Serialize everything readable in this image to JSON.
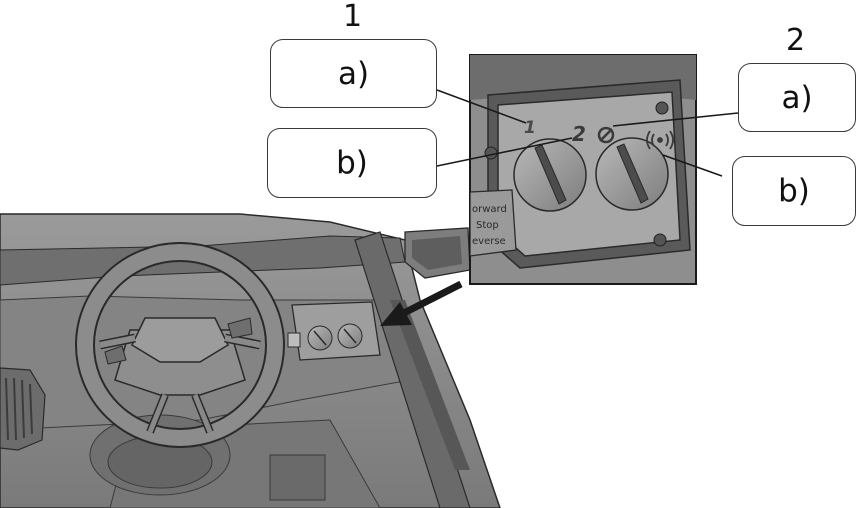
{
  "figure": {
    "group_1": {
      "number": "1",
      "callouts": [
        {
          "label": "a)"
        },
        {
          "label": "b)"
        }
      ],
      "speed_digits": [
        "1",
        "2"
      ]
    },
    "group_2": {
      "number": "2",
      "callouts": [
        {
          "label": "a)"
        },
        {
          "label": "b)"
        }
      ]
    },
    "shifter_labels": [
      "orward",
      "Stop",
      "everse"
    ],
    "colors": {
      "background": "#ffffff",
      "body_plastic": "#8a8a8a",
      "body_shadow": "#5c5c5c",
      "outline": "#2a2a2a",
      "callout_border": "#3a3a3a",
      "arrow": "#1a1a1a"
    },
    "icons": [
      "steering-wheel-icon",
      "rotary-knob-icon",
      "no-symbol-icon",
      "wireless-signal-icon"
    ]
  }
}
